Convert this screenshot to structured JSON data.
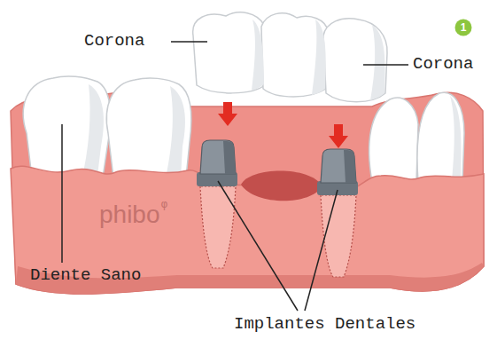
{
  "diagram": {
    "labels": [
      "1",
      "Corona",
      "Corona",
      "Diente Sano",
      "Implantes Dentales",
      "phibo",
      "φ"
    ]
  }
}
